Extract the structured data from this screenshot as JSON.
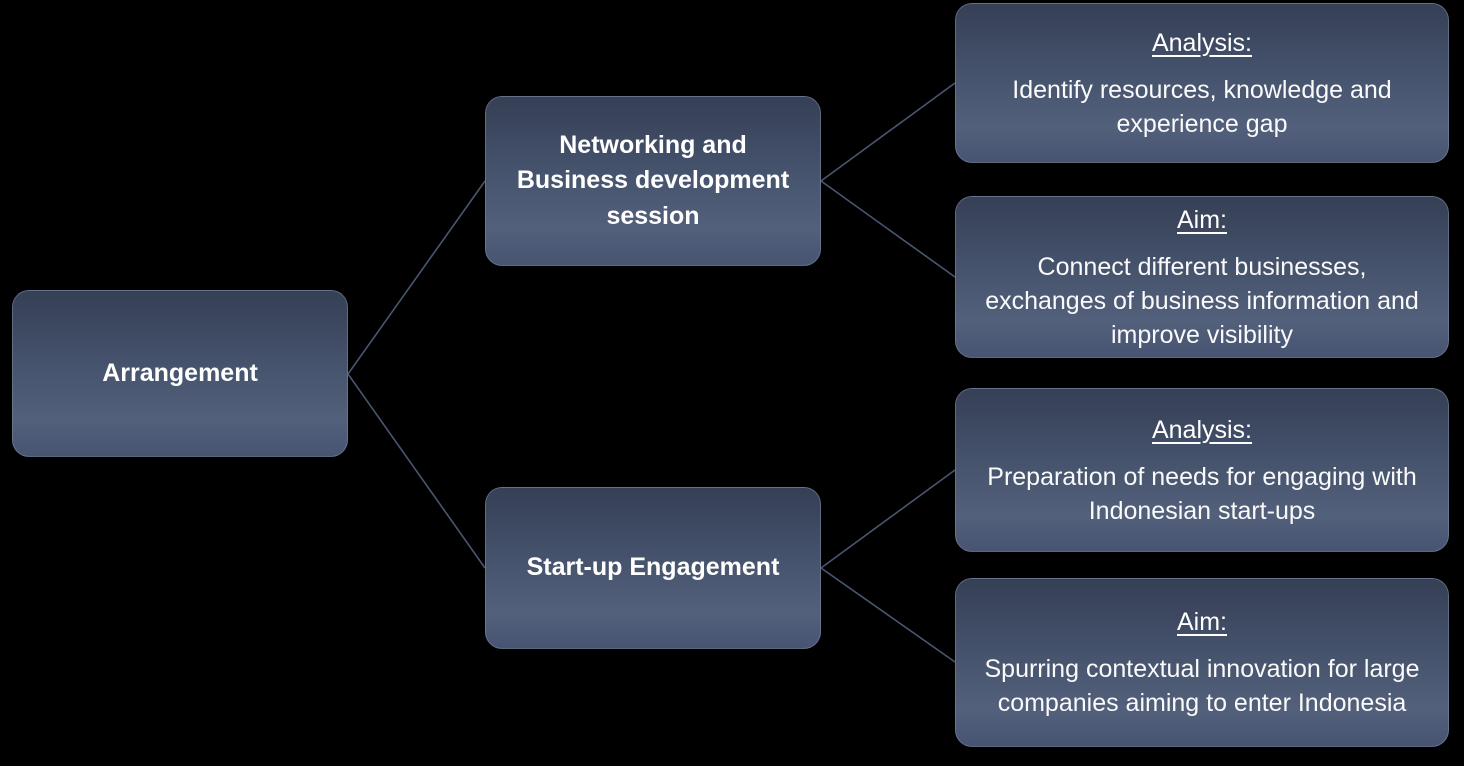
{
  "diagram": {
    "background_color": "#000000",
    "box_gradient_top": "#353f55",
    "box_gradient_bottom": "#475472",
    "connector_color": "#4a5670",
    "text_color": "#ffffff",
    "root": {
      "label": "Arrangement"
    },
    "branches": [
      {
        "label": "Networking and Business development session",
        "children": [
          {
            "heading": "Analysis:",
            "body": "Identify resources, knowledge and experience gap"
          },
          {
            "heading": "Aim:",
            "body": "Connect different businesses, exchanges of business information and improve visibility"
          }
        ]
      },
      {
        "label": "Start-up Engagement",
        "children": [
          {
            "heading": "Analysis:",
            "body": "Preparation of needs for engaging with Indonesian start-ups"
          },
          {
            "heading": "Aim:",
            "body": "Spurring contextual innovation for large companies aiming to enter Indonesia"
          }
        ]
      }
    ]
  }
}
